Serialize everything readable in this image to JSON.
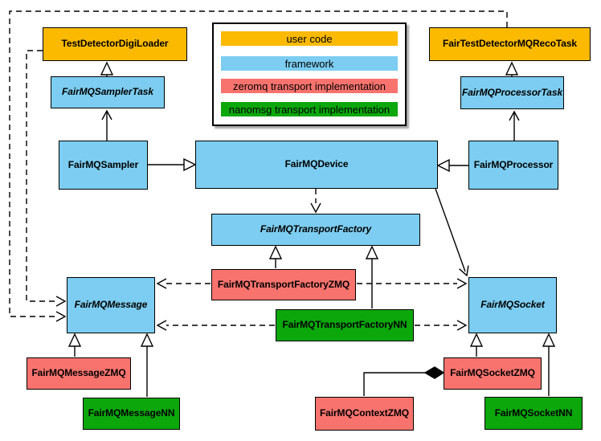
{
  "legend": {
    "items": [
      {
        "label": "user code",
        "color": "#FBBA00",
        "swatch": "yellow"
      },
      {
        "label": "framework",
        "color": "#7CCDF1",
        "swatch": "light-blue"
      },
      {
        "label": "zeromq transport implementation",
        "color": "#F9736E",
        "swatch": "red"
      },
      {
        "label": "nanomsg transport implementation",
        "color": "#0BA70B",
        "swatch": "green"
      }
    ]
  },
  "colors": {
    "user_code": "#FBBA00",
    "framework": "#7CCDF1",
    "zeromq": "#F9736E",
    "nanomsg": "#0BA70B",
    "line": "#000000",
    "background": "#FFFFFF"
  },
  "nodes": {
    "test_detector_digi_loader": {
      "label": "TestDetectorDigiLoader",
      "category": "user code",
      "abstract": false
    },
    "fair_test_detector_mq_reco_task": {
      "label": "FairTestDetectorMQRecoTask",
      "category": "user code",
      "abstract": false
    },
    "fairmq_sampler_task": {
      "label": "FairMQSamplerTask",
      "category": "framework",
      "abstract": true
    },
    "fairmq_processor_task": {
      "label": "FairMQProcessorTask",
      "category": "framework",
      "abstract": true
    },
    "fairmq_sampler": {
      "label": "FairMQSampler",
      "category": "framework",
      "abstract": false
    },
    "fairmq_device": {
      "label": "FairMQDevice",
      "category": "framework",
      "abstract": false
    },
    "fairmq_processor": {
      "label": "FairMQProcessor",
      "category": "framework",
      "abstract": false
    },
    "fairmq_transport_factory": {
      "label": "FairMQTransportFactory",
      "category": "framework",
      "abstract": true
    },
    "fairmq_transport_factory_zmq": {
      "label": "FairMQTransportFactoryZMQ",
      "category": "zeromq transport implementation",
      "abstract": false
    },
    "fairmq_transport_factory_nn": {
      "label": "FairMQTransportFactoryNN",
      "category": "nanomsg transport implementation",
      "abstract": false
    },
    "fairmq_message": {
      "label": "FairMQMessage",
      "category": "framework",
      "abstract": true
    },
    "fairmq_socket": {
      "label": "FairMQSocket",
      "category": "framework",
      "abstract": true
    },
    "fairmq_message_zmq": {
      "label": "FairMQMessageZMQ",
      "category": "zeromq transport implementation",
      "abstract": false
    },
    "fairmq_message_nn": {
      "label": "FairMQMessageNN",
      "category": "nanomsg transport implementation",
      "abstract": false
    },
    "fairmq_socket_zmq": {
      "label": "FairMQSocketZMQ",
      "category": "zeromq transport implementation",
      "abstract": false
    },
    "fairmq_socket_nn": {
      "label": "FairMQSocketNN",
      "category": "nanomsg transport implementation",
      "abstract": false
    },
    "fairmq_context_zmq": {
      "label": "FairMQContextZMQ",
      "category": "zeromq transport implementation",
      "abstract": false
    }
  },
  "edges": [
    {
      "from": "fairmq_sampler_task",
      "to": "test_detector_digi_loader",
      "type": "generalization",
      "style": "solid"
    },
    {
      "from": "fairmq_sampler",
      "to": "fairmq_sampler_task",
      "type": "directed-association",
      "style": "solid"
    },
    {
      "from": "fairmq_processor_task",
      "to": "fair_test_detector_mq_reco_task",
      "type": "generalization",
      "style": "solid"
    },
    {
      "from": "fairmq_processor",
      "to": "fairmq_processor_task",
      "type": "directed-association",
      "style": "solid"
    },
    {
      "from": "fairmq_sampler",
      "to": "fairmq_device",
      "type": "generalization",
      "style": "solid"
    },
    {
      "from": "fairmq_processor",
      "to": "fairmq_device",
      "type": "generalization",
      "style": "solid"
    },
    {
      "from": "fairmq_device",
      "to": "fairmq_transport_factory",
      "type": "dependency",
      "style": "dashed"
    },
    {
      "from": "fairmq_device",
      "to": "fairmq_socket",
      "type": "directed-association",
      "style": "solid"
    },
    {
      "from": "fair_test_detector_mq_reco_task",
      "to": "fairmq_message",
      "type": "dependency",
      "style": "dashed"
    },
    {
      "from": "test_detector_digi_loader",
      "to": "fairmq_message",
      "type": "dependency",
      "style": "dashed"
    },
    {
      "from": "fairmq_transport_factory_zmq",
      "to": "fairmq_transport_factory",
      "type": "generalization",
      "style": "solid"
    },
    {
      "from": "fairmq_transport_factory_nn",
      "to": "fairmq_transport_factory",
      "type": "generalization",
      "style": "solid"
    },
    {
      "from": "fairmq_transport_factory_zmq",
      "to": "fairmq_message",
      "type": "dependency",
      "style": "dashed"
    },
    {
      "from": "fairmq_transport_factory_zmq",
      "to": "fairmq_socket",
      "type": "dependency",
      "style": "dashed"
    },
    {
      "from": "fairmq_transport_factory_nn",
      "to": "fairmq_message",
      "type": "dependency",
      "style": "dashed"
    },
    {
      "from": "fairmq_transport_factory_nn",
      "to": "fairmq_socket",
      "type": "dependency",
      "style": "dashed"
    },
    {
      "from": "fairmq_message_zmq",
      "to": "fairmq_message",
      "type": "generalization",
      "style": "solid"
    },
    {
      "from": "fairmq_message_nn",
      "to": "fairmq_message",
      "type": "generalization",
      "style": "solid"
    },
    {
      "from": "fairmq_socket_zmq",
      "to": "fairmq_socket",
      "type": "generalization",
      "style": "solid"
    },
    {
      "from": "fairmq_socket_nn",
      "to": "fairmq_socket",
      "type": "generalization",
      "style": "solid"
    },
    {
      "from": "fairmq_context_zmq",
      "to": "fairmq_socket_zmq",
      "type": "composition",
      "style": "solid"
    }
  ]
}
